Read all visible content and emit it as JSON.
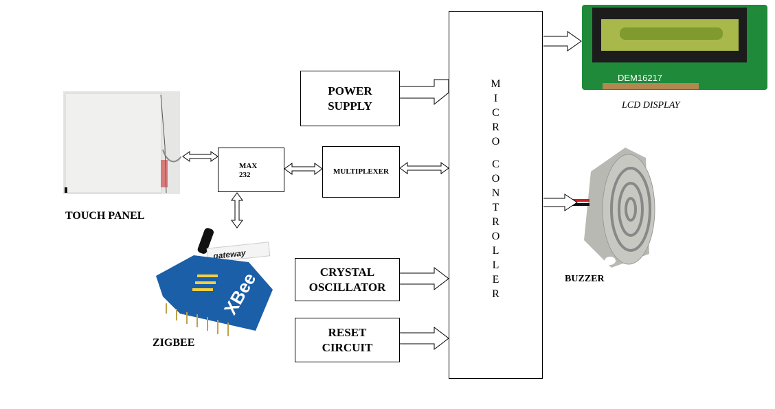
{
  "blocks": {
    "power_supply": "POWER\nSUPPLY",
    "power_line1": "POWER",
    "power_line2": "SUPPLY",
    "max_line1": "MAX",
    "max_line2": "232",
    "multiplexer": "MULTIPLEXER",
    "crystal_line1": "CRYSTAL",
    "crystal_line2": "OSCILLATOR",
    "reset_line1": "RESET",
    "reset_line2": "CIRCUIT",
    "micro_word1": [
      "M",
      "I",
      "C",
      "R",
      "O"
    ],
    "micro_word2": [
      "C",
      "O",
      "N",
      "T",
      "R",
      "O",
      "L",
      "L",
      "E",
      "R"
    ]
  },
  "labels": {
    "touch_panel": "TOUCH PANEL",
    "zigbee": "ZIGBEE",
    "lcd_display": "LCD DISPLAY",
    "buzzer": "BUZZER"
  },
  "image_text": {
    "lcd_model": "DEM16217",
    "zigbee_tag": "gateway",
    "zigbee_logo": "XBee"
  },
  "colors": {
    "pcb_green": "#1f8a3a",
    "lcd_screen": "#a9b84a",
    "xbee_blue": "#1a5fa8",
    "buzzer_grey": "#b9b9b4"
  }
}
